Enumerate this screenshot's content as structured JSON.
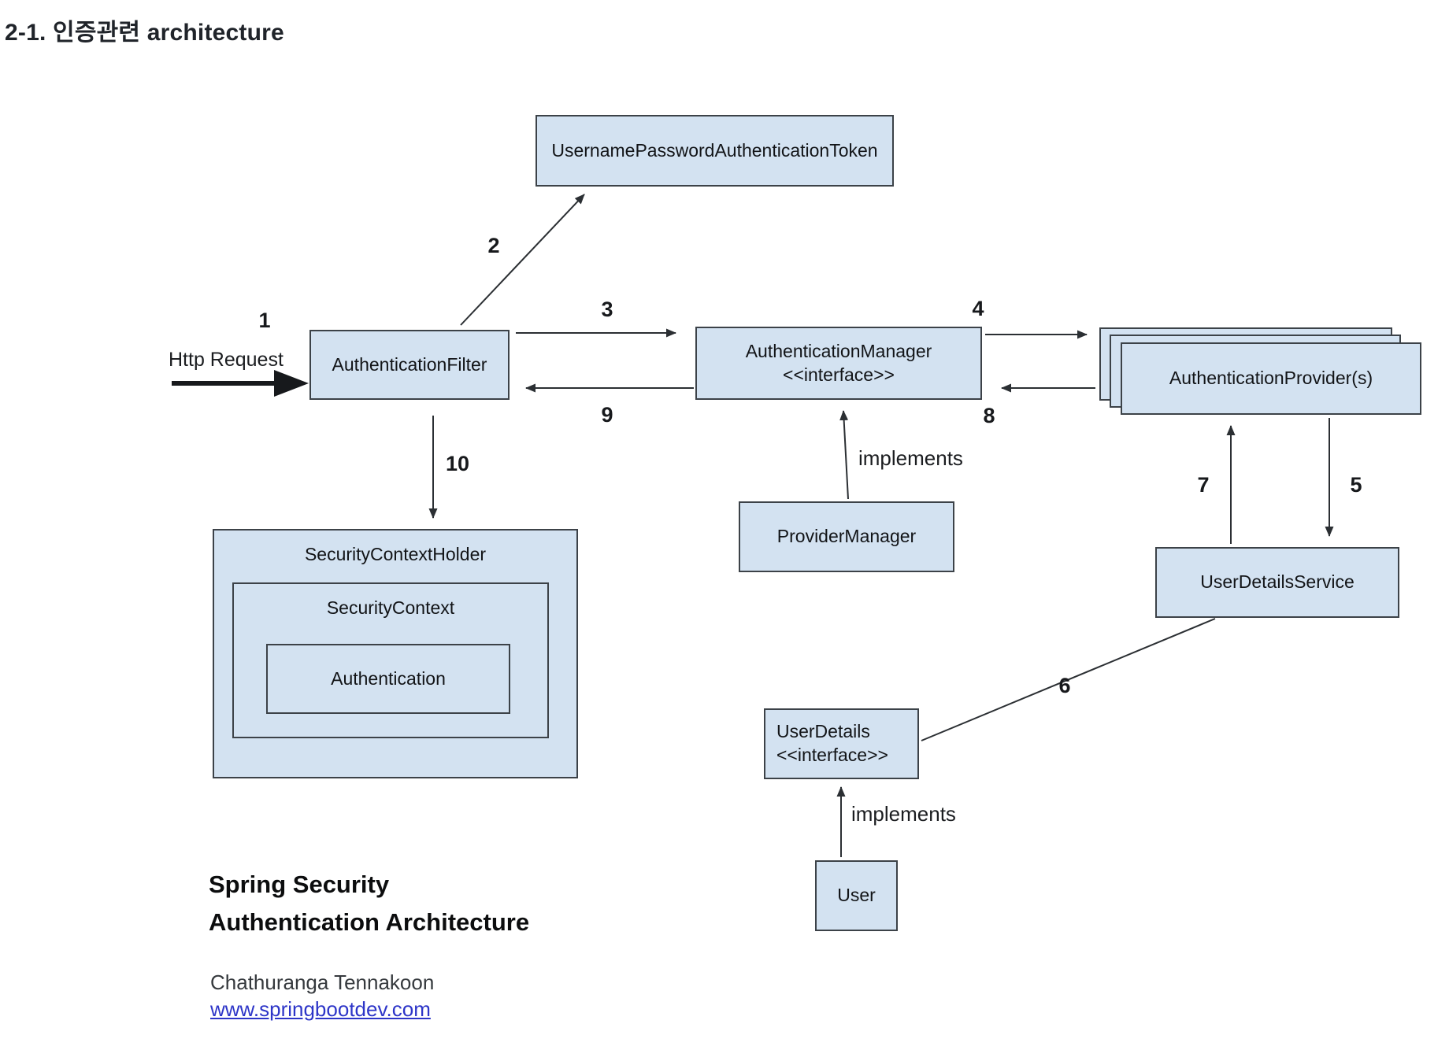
{
  "page": {
    "title": "2-1. 인증관련 architecture"
  },
  "diagram": {
    "colors": {
      "node_fill": "#d3e2f1",
      "node_border": "#3c4248",
      "edge_line": "#2b2f33",
      "link_blue": "#2d35c8"
    },
    "nodes": {
      "token": {
        "label": "UsernamePasswordAuthenticationToken"
      },
      "filter": {
        "label": "AuthenticationFilter"
      },
      "manager": {
        "label": "AuthenticationManager",
        "stereotype": "<<interface>>"
      },
      "provider": {
        "label": "AuthenticationProvider(s)"
      },
      "provider_manager": {
        "label": "ProviderManager"
      },
      "security_context_holder": {
        "label": "SecurityContextHolder"
      },
      "security_context": {
        "label": "SecurityContext"
      },
      "authentication": {
        "label": "Authentication"
      },
      "user_details_service": {
        "label": "UserDetailsService"
      },
      "user_details": {
        "label": "UserDetails",
        "stereotype": "<<interface>>"
      },
      "user": {
        "label": "User"
      }
    },
    "edge_labels": {
      "http_request": "Http Request",
      "implements_provider_manager": "implements",
      "implements_user": "implements"
    },
    "steps": [
      "1",
      "2",
      "3",
      "4",
      "5",
      "6",
      "7",
      "8",
      "9",
      "10"
    ]
  },
  "footer": {
    "caption_line1": "Spring Security",
    "caption_line2": "Authentication Architecture",
    "author": "Chathuranga Tennakoon",
    "website": "www.springbootdev.com"
  }
}
